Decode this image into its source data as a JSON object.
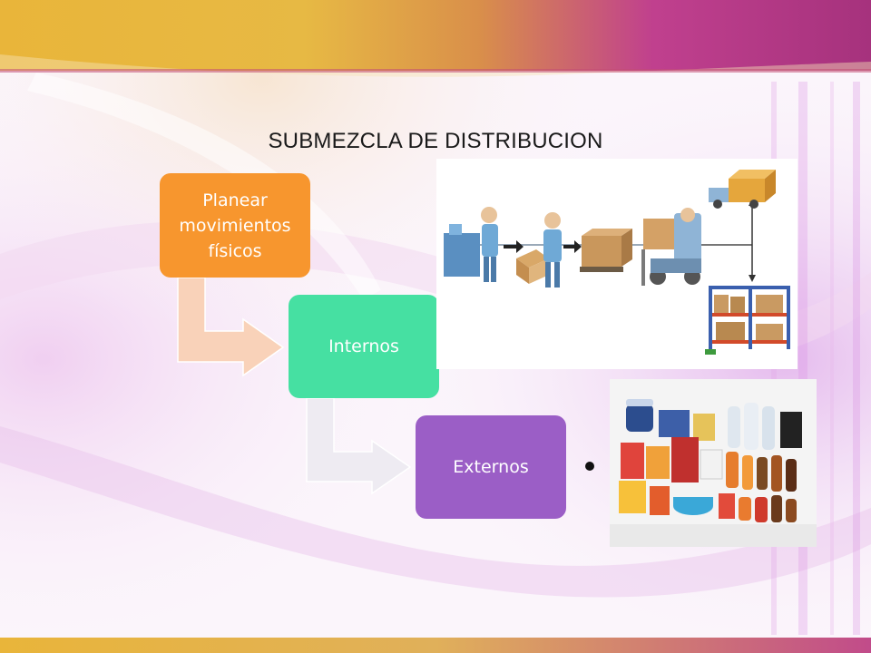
{
  "slide": {
    "title": "SUBMEZCLA DE DISTRIBUCION"
  },
  "diagram": {
    "steps": [
      {
        "lines": [
          "Planear",
          "movimientos",
          "físicos"
        ],
        "color": "#f7962e"
      },
      {
        "lines": [
          "Internos"
        ],
        "color": "#46e0a2"
      },
      {
        "lines": [
          "Externos"
        ],
        "color": "#9b5ec6"
      }
    ],
    "connector_colors": [
      "#f9d2b9",
      "#eeebf2"
    ]
  },
  "images": [
    {
      "name": "warehouse-logistics-illustration"
    },
    {
      "name": "consumer-products-photo"
    }
  ],
  "colors": {
    "top_band": "#e9b53a",
    "accent_magenta": "#c7359b"
  }
}
